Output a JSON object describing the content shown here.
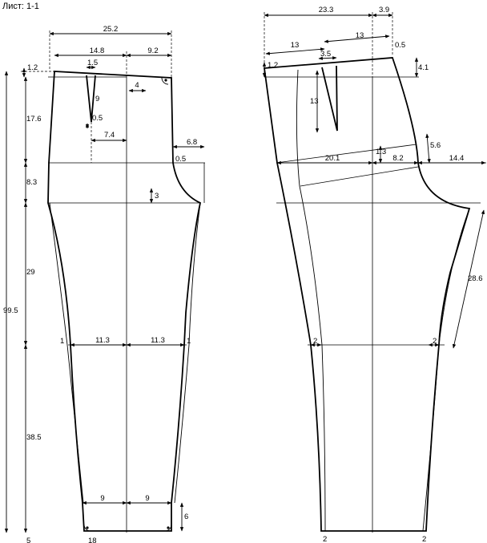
{
  "sheet_title": "Лист: 1-1",
  "front": {
    "top_width": "25.2",
    "waist_left": "14.8",
    "waist_right": "9.2",
    "waist_rise": "1.2",
    "dart_width": "1.5",
    "dart_length": "9",
    "dart_offset": "4",
    "dart_gap": "0.5",
    "dart_position": "7.4",
    "hip_depth": "17.6",
    "crotch_ext": "6.8",
    "side_ext": "0.5",
    "seat_depth": "8.3",
    "crotch_drop": "3",
    "knee_depth": "29",
    "total_length": "99.5",
    "knee_shift_left": "1",
    "knee_half_left": "11.3",
    "knee_half_right": "11.3",
    "knee_shift_right": "1",
    "hem_depth": "38.5",
    "hem_half_left": "9",
    "hem_half_right": "9",
    "hem_rise": "6",
    "bottom_offset": "5",
    "bottom_width": "18"
  },
  "back": {
    "top_width": "23.3",
    "top_ext": "3.9",
    "waist_left": "13",
    "waist_right": "13",
    "corner": "0.5",
    "waist_rise": "1.2",
    "dart_width": "3.5",
    "dart_length": "13",
    "side_rise": "4.1",
    "seat_slope": "5.6",
    "seat_rise": "1.3",
    "seat_left": "20.1",
    "seat_mid": "8.2",
    "crotch_ext": "14.4",
    "inseam_length": "28.6",
    "knee_left": "2",
    "knee_right": "2",
    "hem_left": "2",
    "hem_right": "2"
  }
}
